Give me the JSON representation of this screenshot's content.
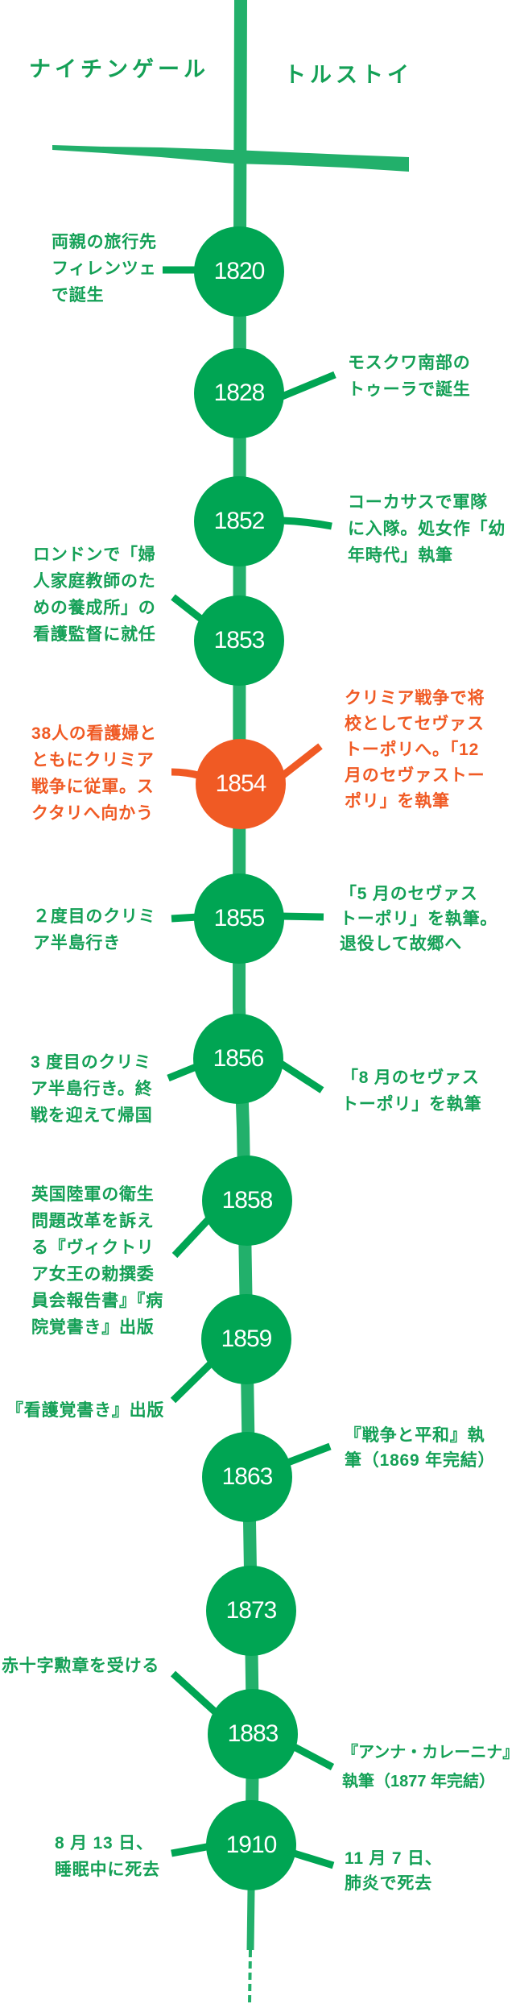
{
  "headers": {
    "nightingale": "ナイチンゲール",
    "tolstoy": "トルストイ"
  },
  "colors": {
    "node_green": "#00a553",
    "line_green": "#22b06b",
    "text_green": "#14a056",
    "highlight_orange": "#f05a24",
    "year_text": "#ffffff"
  },
  "timeline": [
    {
      "year": "1820",
      "nightingale": [
        "両親の旅行先",
        "フィレンツェ",
        "で誕生"
      ],
      "tolstoy": []
    },
    {
      "year": "1828",
      "nightingale": [],
      "tolstoy": [
        "モスクワ南部の",
        "トゥーラで誕生"
      ]
    },
    {
      "year": "1852",
      "nightingale": [],
      "tolstoy": [
        "コーカサスで軍隊",
        "に入隊。処女作「幼",
        "年時代」執筆"
      ]
    },
    {
      "year": "1853",
      "nightingale": [
        "ロンドンで「婦",
        "人家庭教師のた",
        "めの養成所」の",
        "看護監督に就任"
      ],
      "tolstoy": []
    },
    {
      "year": "1854",
      "highlight": true,
      "nightingale": [
        "38人の看護婦と",
        "ともにクリミア",
        "戦争に従軍。ス",
        "クタリへ向かう"
      ],
      "tolstoy": [
        "クリミア戦争で将",
        "校としてセヴァス",
        "トーポリへ。「12",
        "月のセヴァストー",
        "ポリ」を執筆"
      ]
    },
    {
      "year": "1855",
      "nightingale": [
        "２度目のクリミ",
        "ア半島行き"
      ],
      "tolstoy": [
        "「5 月のセヴァス",
        "トーポリ」を執筆。",
        "退役して故郷へ"
      ]
    },
    {
      "year": "1856",
      "nightingale": [
        "3 度目のクリミ",
        "ア半島行き。終",
        "戦を迎えて帰国"
      ],
      "tolstoy": [
        "「8 月のセヴァス",
        "トーポリ」を執筆"
      ]
    },
    {
      "year": "1858",
      "nightingale": [
        "英国陸軍の衛生",
        "問題改革を訴え",
        "る『ヴィクトリ",
        "ア女王の勅撰委",
        "員会報告書』『病",
        "院覚書き』出版"
      ],
      "tolstoy": []
    },
    {
      "year": "1859",
      "nightingale": [
        "『看護覚書き』出版"
      ],
      "tolstoy": []
    },
    {
      "year": "1863",
      "nightingale": [],
      "tolstoy": [
        "『戦争と平和』執",
        "筆（1869 年完結）"
      ]
    },
    {
      "year": "1873",
      "nightingale": [],
      "tolstoy": []
    },
    {
      "year": "1883",
      "nightingale": [
        "赤十字勲章を受ける"
      ],
      "tolstoy": [
        "『アンナ・カレーニナ』",
        "執筆（1877 年完結）"
      ]
    },
    {
      "year": "1910",
      "nightingale": [
        "8 月 13 日、",
        "睡眠中に死去"
      ],
      "tolstoy": [
        "11 月 7 日、",
        "肺炎で死去"
      ]
    }
  ]
}
